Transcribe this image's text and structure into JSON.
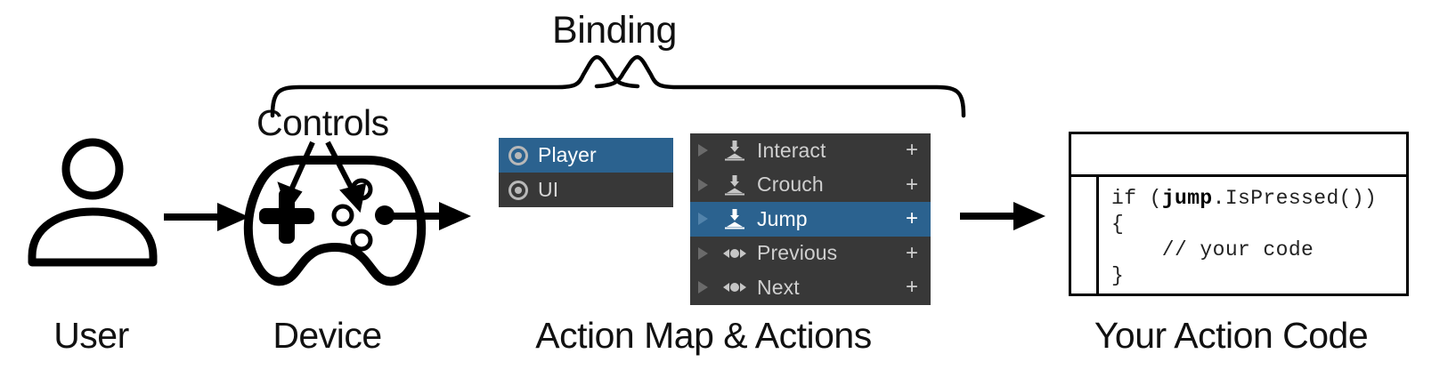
{
  "diagram": {
    "title_top": "Binding",
    "controls_label": "Controls"
  },
  "captions": {
    "user": "User",
    "device": "Device",
    "action_map": "Action Map & Actions",
    "code": "Your Action Code"
  },
  "action_map_panel": {
    "items": [
      {
        "label": "Player",
        "icon": "action-map-ring-icon",
        "selected": true
      },
      {
        "label": "UI",
        "icon": "action-map-ring-icon",
        "selected": false
      }
    ]
  },
  "actions_panel": {
    "add_binding_label": "+",
    "items": [
      {
        "label": "Interact",
        "icon": "button-action-icon",
        "selected": false,
        "plus": "+"
      },
      {
        "label": "Crouch",
        "icon": "button-action-icon",
        "selected": false,
        "plus": "+"
      },
      {
        "label": "Jump",
        "icon": "button-action-icon",
        "selected": true,
        "plus": "+"
      },
      {
        "label": "Previous",
        "icon": "axis-action-icon",
        "selected": false,
        "plus": "+"
      },
      {
        "label": "Next",
        "icon": "axis-action-icon",
        "selected": false,
        "plus": "+"
      }
    ]
  },
  "code_window": {
    "lines": [
      {
        "pre": "if (",
        "bold": "jump",
        "post": ".IsPressed())"
      },
      {
        "pre": "{",
        "bold": "",
        "post": ""
      },
      {
        "pre": "    // your code",
        "bold": "",
        "post": ""
      },
      {
        "pre": "}",
        "bold": "",
        "post": ""
      }
    ],
    "line1_pre": "if (",
    "line1_bold": "jump",
    "line1_post": ".IsPressed())",
    "line2": "{",
    "line3": "    // your code",
    "line4": "}"
  },
  "icons": {
    "user": "user-avatar-icon",
    "device": "gamepad-icon",
    "arrow": "right-arrow-icon",
    "brace": "curly-brace-icon"
  },
  "colors": {
    "selection_blue": "#2B628F",
    "panel_dark": "#383838",
    "text_light": "#d0d0d0",
    "stroke_black": "#000000",
    "page_background": "#ffffff"
  }
}
